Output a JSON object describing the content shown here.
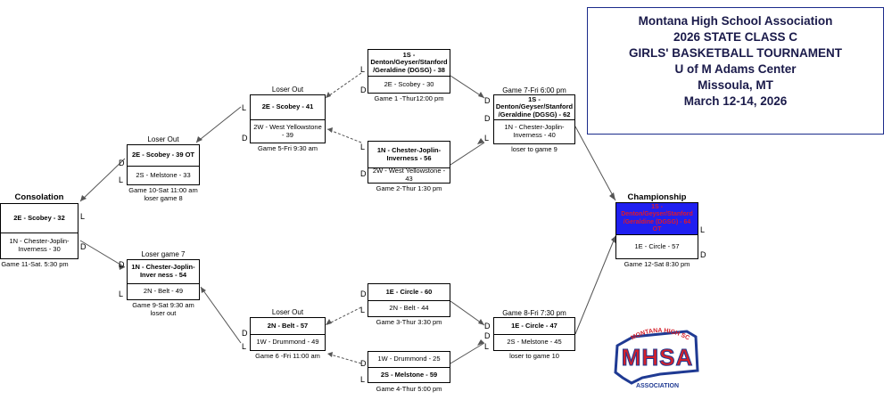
{
  "title": {
    "lines": [
      "Montana High School Association",
      "2026 STATE CLASS C",
      "GIRLS' BASKETBALL TOURNAMENT",
      "U of M Adams Center",
      "Missoula, MT",
      "March 12-14, 2026"
    ]
  },
  "headers": {
    "consolation": "Consolation",
    "championship": "Championship",
    "loser_out_1": "Loser Out",
    "loser_out_2": "Loser Out",
    "loser_out_3": "Loser Out",
    "loser_game7": "Loser game 7",
    "game7": "Game 7-Fri 6:00 pm",
    "game8": "Game 8-Fri 7:30 pm"
  },
  "games": {
    "g1": {
      "top": "1S - Denton/Geyser/Stanford /Geraldine (DGSG) - 38",
      "bottom": "2E - Scobey - 30",
      "caption": "Game 1 -Thur12:00 pm"
    },
    "g2": {
      "top": "1N - Chester-Joplin-Inverness - 56",
      "bottom": "2W - West Yellowstone - 43",
      "caption": "Game 2-Thur 1:30 pm"
    },
    "g3": {
      "top": "1E - Circle - 60",
      "bottom": "2N - Belt - 44",
      "caption": "Game 3-Thur 3:30 pm"
    },
    "g4": {
      "top": "1W - Drummond - 25",
      "bottom": "2S - Melstone - 59",
      "caption": "Game 4-Thur 5:00 pm"
    },
    "g5": {
      "top": "2E - Scobey - 41",
      "bottom": "2W - West Yellowstone - 39",
      "caption": "Game 5-Fri 9:30 am"
    },
    "g6": {
      "top": "2N - Belt - 57",
      "bottom": "1W - Drummond - 49",
      "caption": "Game 6 -Fri 11:00 am"
    },
    "g7": {
      "top": "1S - Denton/Geyser/Stanford /Geraldine (DGSG) - 62",
      "bottom": "1N - Chester-Joplin-Inverness - 40",
      "caption": "loser to game 9"
    },
    "g8": {
      "top": "1E - Circle - 47",
      "bottom": "2S - Melstone - 45",
      "caption": "loser to game 10"
    },
    "g9": {
      "top": "1N - Chester-Joplin-Inver ness - 54",
      "bottom": "2N - Belt - 49",
      "caption1": "Game 9-Sat 9:30 am",
      "caption2": "loser out"
    },
    "g10": {
      "top": "2E - Scobey - 39 OT",
      "bottom": "2S - Melstone - 33",
      "caption1": "Game 10-Sat 11:00 am",
      "caption2": "loser game 8"
    },
    "g11": {
      "top": "2E - Scobey - 32",
      "bottom": "1N - Chester-Joplin-Inverness - 30",
      "caption": "Game 11-Sat. 5:30 pm"
    },
    "g12": {
      "top": "1S - Denton/Geyser/Stanford /Geraldine (DGSG) - 64 OT",
      "bottom": "1E - Circle - 57",
      "caption": "Game 12-Sat 8:30 pm"
    }
  },
  "markers": {
    "L": "L",
    "D": "D"
  },
  "logo": {
    "arc_text": "MONTANA HIGH SCHOOL",
    "main": "MHSA",
    "bottom": "ASSOCIATION",
    "colors": {
      "red": "#d4202a",
      "blue": "#1f3a93"
    }
  }
}
